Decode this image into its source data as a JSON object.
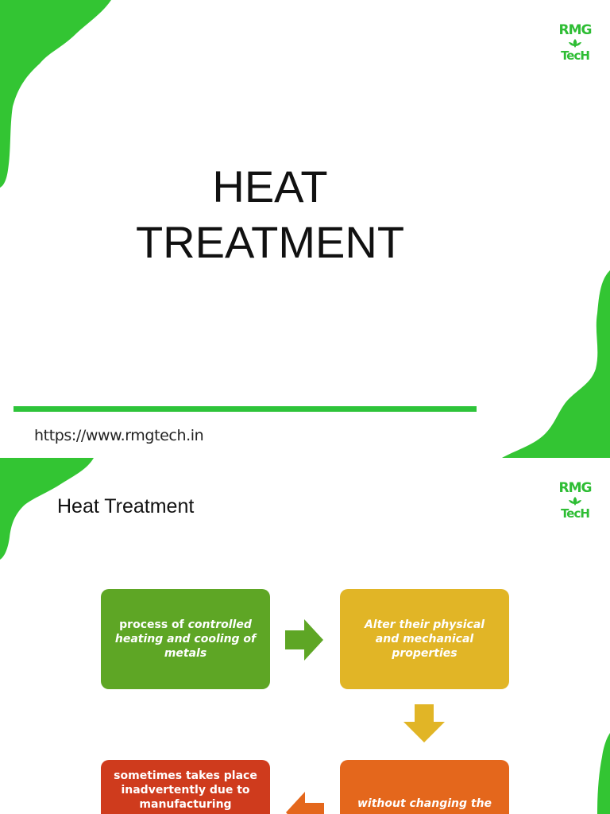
{
  "slide1": {
    "title_line1": "HEAT",
    "title_line2": "TREATMENT",
    "url": "https://www.rmgtech.in"
  },
  "slide2": {
    "title": "Heat Treatment",
    "boxes": [
      {
        "text_plain": "process of ",
        "text_italic": "controlled heating and cooling of metals",
        "color": "#5ea625"
      },
      {
        "text_italic": "Alter their physical and mechanical  properties",
        "color": "#e1b526"
      },
      {
        "text_italic": "without changing the",
        "color": "#e4671c"
      },
      {
        "text_plain": "sometimes takes place inadvertently due to manufacturing processes",
        "color": "#cf3b1d"
      }
    ]
  },
  "logo": {
    "line1": "RMG",
    "line2": "TecH"
  },
  "colors": {
    "accent_green": "#2ec43a",
    "logo_green": "#2ebd34"
  },
  "icons": [
    "green-splash-shape",
    "leaf-icon",
    "right-arrow-icon",
    "down-arrow-icon",
    "left-arrow-icon"
  ]
}
